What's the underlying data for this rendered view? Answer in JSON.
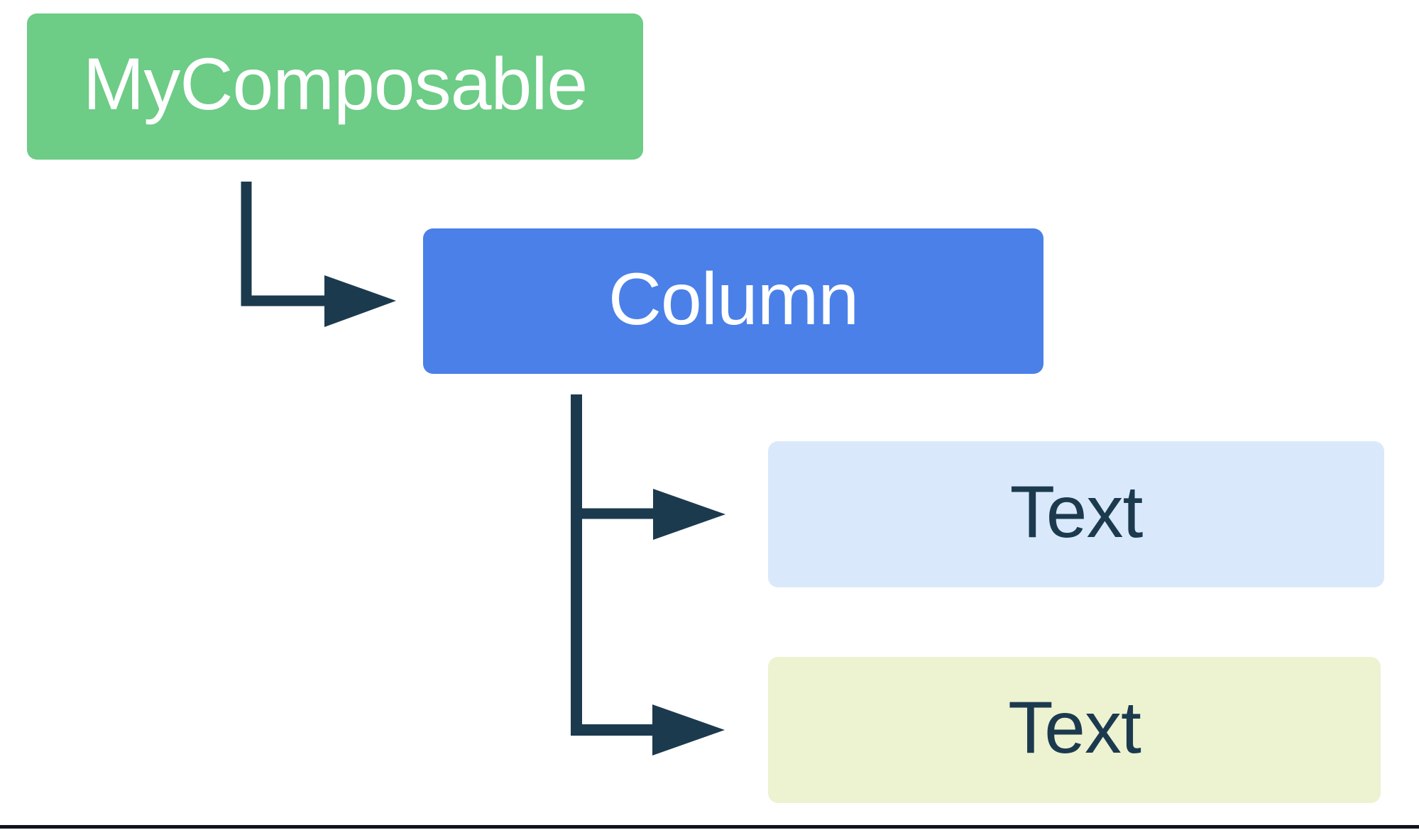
{
  "diagram": {
    "title": "composable-hierarchy-tree",
    "background": "#FFFFFF",
    "connector_color": "#1C3A4E",
    "bottom_border_color": "#0E141A",
    "nodes": [
      {
        "id": "my-composable",
        "label": "MyComposable",
        "fill": "#6DCC86",
        "text_color": "#FFFFFF"
      },
      {
        "id": "column",
        "label": "Column",
        "fill": "#4A80E8",
        "text_color": "#FFFFFF"
      },
      {
        "id": "text-1",
        "label": "Text",
        "fill": "#D9E9FB",
        "text_color": "#1C3A4E"
      },
      {
        "id": "text-2",
        "label": "Text",
        "fill": "#EDF2D1",
        "text_color": "#1C3A4E"
      }
    ],
    "edges": [
      {
        "from": "MyComposable",
        "to": "Column"
      },
      {
        "from": "Column",
        "to": "Text (first child)"
      },
      {
        "from": "Column",
        "to": "Text (second child)"
      }
    ]
  }
}
